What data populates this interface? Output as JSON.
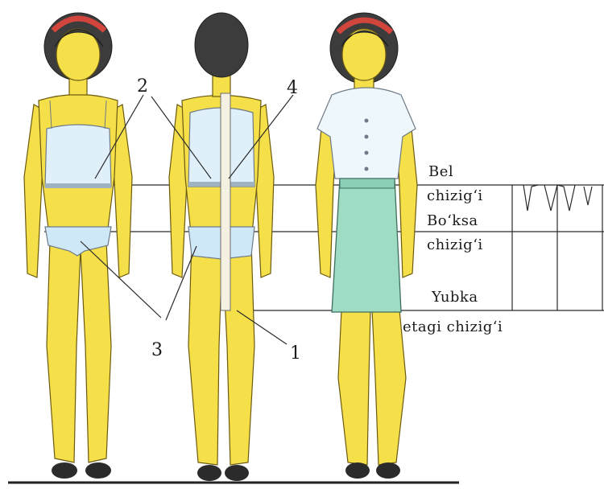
{
  "callouts": {
    "n1": "1",
    "n2": "2",
    "n3": "3",
    "n4": "4"
  },
  "lines": {
    "waist_1": "Bel",
    "waist_2": "chizig‘i",
    "hip_1": "Bo‘ksa",
    "hip_2": "chizig‘i",
    "hem_1": "Yubka",
    "hem_2": "etagi chizig‘i"
  },
  "colors": {
    "skin": "#f6e04a",
    "hair": "#3c3c3c",
    "skirt": "#9fdcc4",
    "underwear": "#cfe8f7",
    "headband": "#d2453c"
  }
}
